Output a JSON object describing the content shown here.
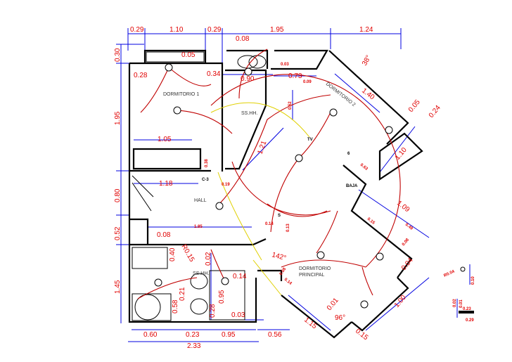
{
  "rooms": {
    "dormitorio1": "DORMITORIO 1",
    "sshh_upper": "SS.HH.",
    "dormitorio2": "DORMITORIO 2",
    "hall": "HALL",
    "sshh_lower": "SS.HH.",
    "dormitorio_principal_1": "DORMITORIO",
    "dormitorio_principal_2": "PRINCIPAL"
  },
  "symbols": {
    "tv": "TV",
    "baja": "BAJA",
    "switch": "S",
    "switch_c3": "C-3",
    "outlet": "6"
  },
  "dims": {
    "top": [
      "0.29",
      "1.10",
      "0.29",
      "1.95",
      "1.24",
      "0.08"
    ],
    "left": [
      "0.30",
      "1.95",
      "0.80",
      "0.52",
      "1.45"
    ],
    "bottom": [
      "0.60",
      "0.23",
      "0.95",
      "0.56",
      "2.33"
    ],
    "interior": [
      "0.05",
      "0.28",
      "0.34",
      "0.90",
      "0.73",
      "0.09",
      "0.03",
      "1.05",
      "1.18",
      "1.85",
      "0.08",
      "0.40",
      "R0.15",
      "0.02",
      "0.95",
      "0.21",
      "0.58",
      "0.28",
      "0.03",
      "0.14",
      "0.52",
      "1.21",
      "0.38",
      "0.19",
      "0.14",
      "0.13",
      "1.40",
      "38°",
      "0.05",
      "0.24",
      "1.10",
      "0.63",
      "1.09",
      "0.49",
      "0.15",
      "0.08",
      "0.04",
      "1.00",
      "0.15",
      "0.01",
      "1.15",
      "96°",
      "142°",
      "0.08",
      "0.14",
      "R0.04",
      "0.10",
      "0.23",
      "0.02",
      "0.01",
      "0.29"
    ]
  }
}
